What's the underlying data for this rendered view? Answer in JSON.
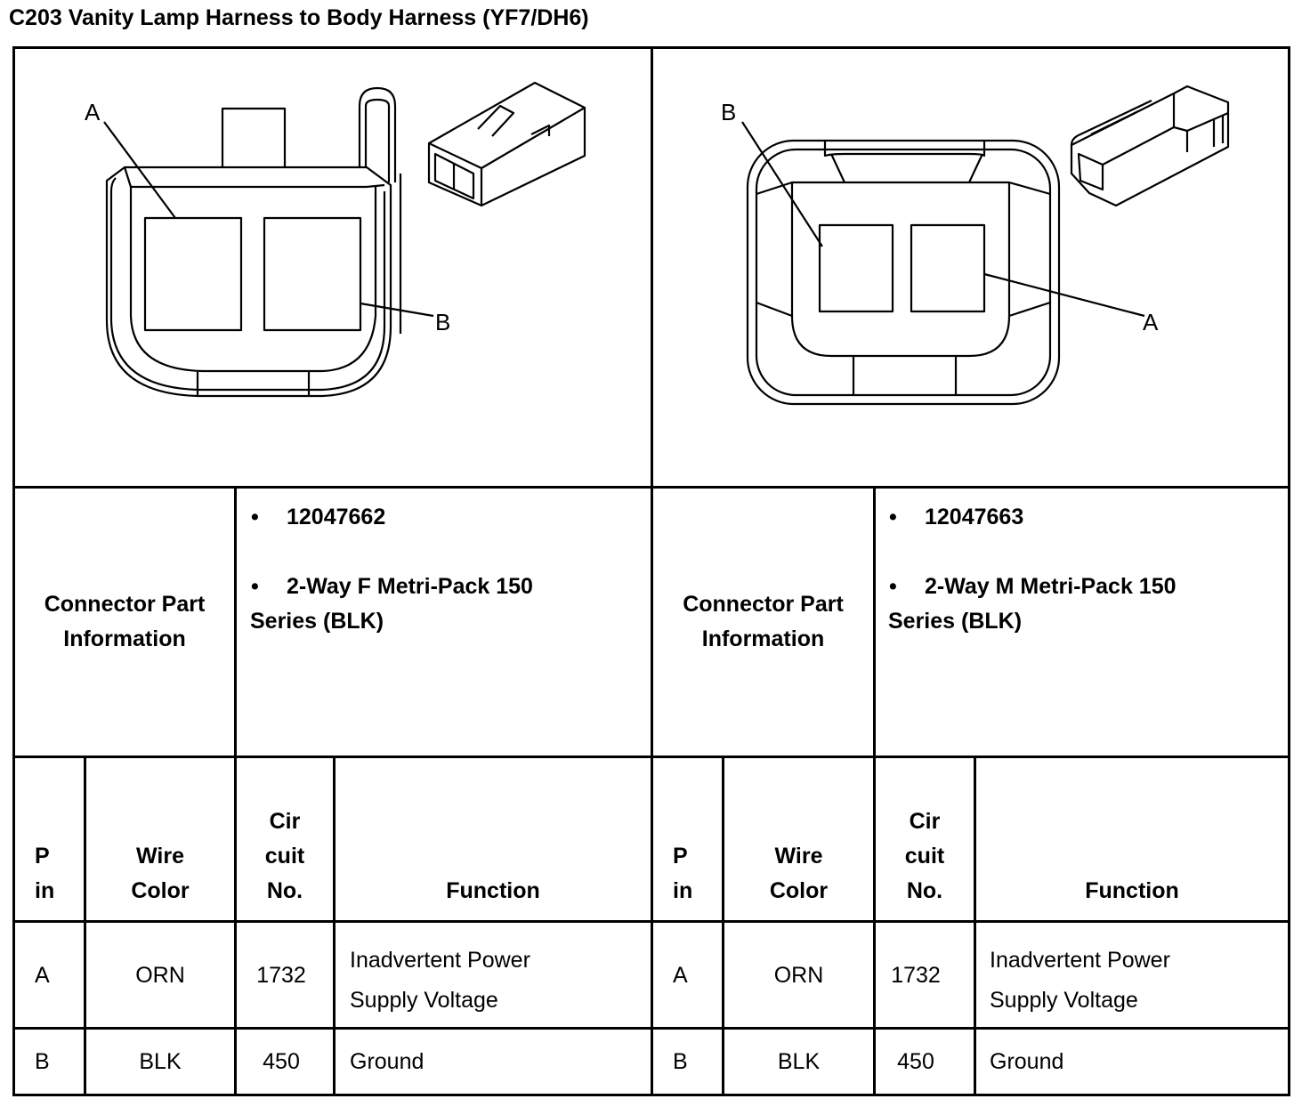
{
  "title": "C203 Vanity Lamp Harness to Body Harness (YF7/DH6)",
  "connectors": [
    {
      "diagram_labels": [
        "A",
        "B"
      ],
      "part_info_label": "Connector Part Information",
      "part_number": "12047662",
      "description_line1": "2-Way F Metri-Pack 150",
      "description_line2": "Series (BLK)"
    },
    {
      "diagram_labels": [
        "B",
        "A"
      ],
      "part_info_label": "Connector Part Information",
      "part_number": "12047663",
      "description_line1": "2-Way M Metri-Pack 150",
      "description_line2": "Series (BLK)"
    }
  ],
  "headers": {
    "pin": [
      "P",
      "in"
    ],
    "wire_color": [
      "Wire",
      "Color"
    ],
    "circuit_no": [
      "Cir",
      "cuit",
      "No."
    ],
    "function": "Function"
  },
  "bullet": "•",
  "rows": [
    {
      "pin": "A",
      "wire_color": "ORN",
      "circuit": "1732",
      "function_line1": "Inadvertent Power",
      "function_line2": "Supply Voltage"
    },
    {
      "pin": "B",
      "wire_color": "BLK",
      "circuit": "450",
      "function_line1": "Ground",
      "function_line2": ""
    }
  ]
}
